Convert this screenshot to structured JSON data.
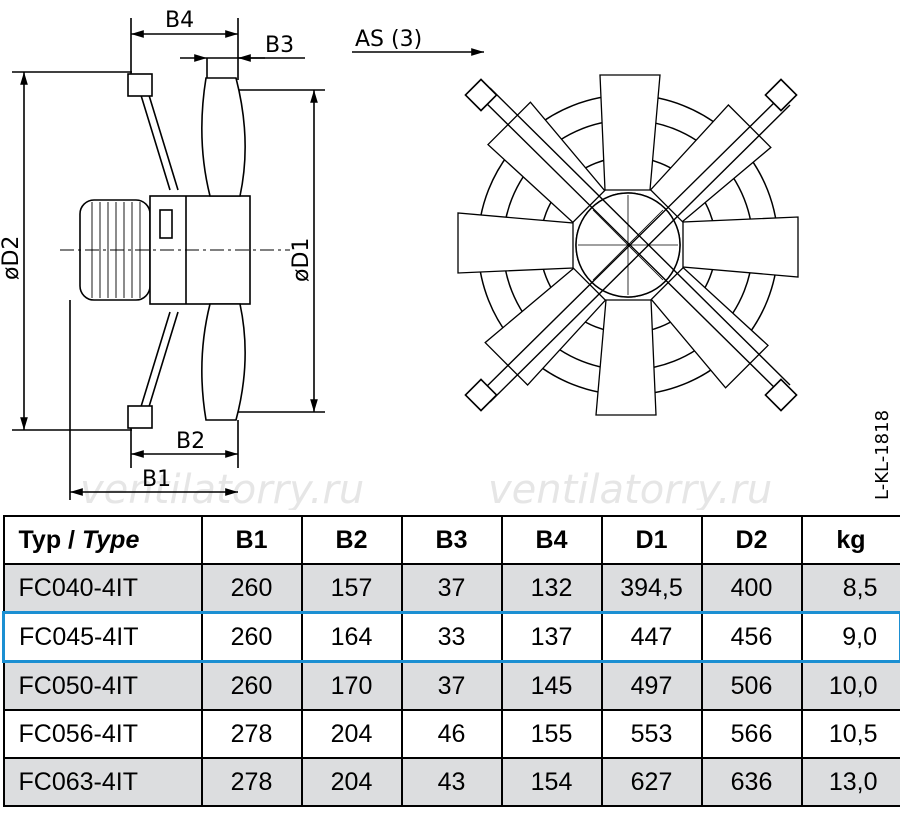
{
  "drawing": {
    "labels": {
      "b4": "B4",
      "b3": "B3",
      "as": "AS (3)",
      "d2": "øD2",
      "d1": "øD1",
      "b2": "B2",
      "b1": "B1"
    },
    "watermark": "ventilatorry.ru",
    "reference": "L-KL-1818"
  },
  "table": {
    "headers": [
      "Typ / ",
      "Type",
      "B1",
      "B2",
      "B3",
      "B4",
      "D1",
      "D2",
      "kg"
    ],
    "rows": [
      [
        "FC040-4IT",
        "260",
        "157",
        "37",
        "132",
        "394,5",
        "400",
        "8,5"
      ],
      [
        "FC045-4IT",
        "260",
        "164",
        "33",
        "137",
        "447",
        "456",
        "9,0"
      ],
      [
        "FC050-4IT",
        "260",
        "170",
        "37",
        "145",
        "497",
        "506",
        "10,0"
      ],
      [
        "FC056-4IT",
        "278",
        "204",
        "46",
        "155",
        "553",
        "566",
        "10,5"
      ],
      [
        "FC063-4IT",
        "278",
        "204",
        "43",
        "154",
        "627",
        "636",
        "13,0"
      ]
    ],
    "highlight_color": "#1b8fd2",
    "stripe_color": "#dcdddf"
  }
}
